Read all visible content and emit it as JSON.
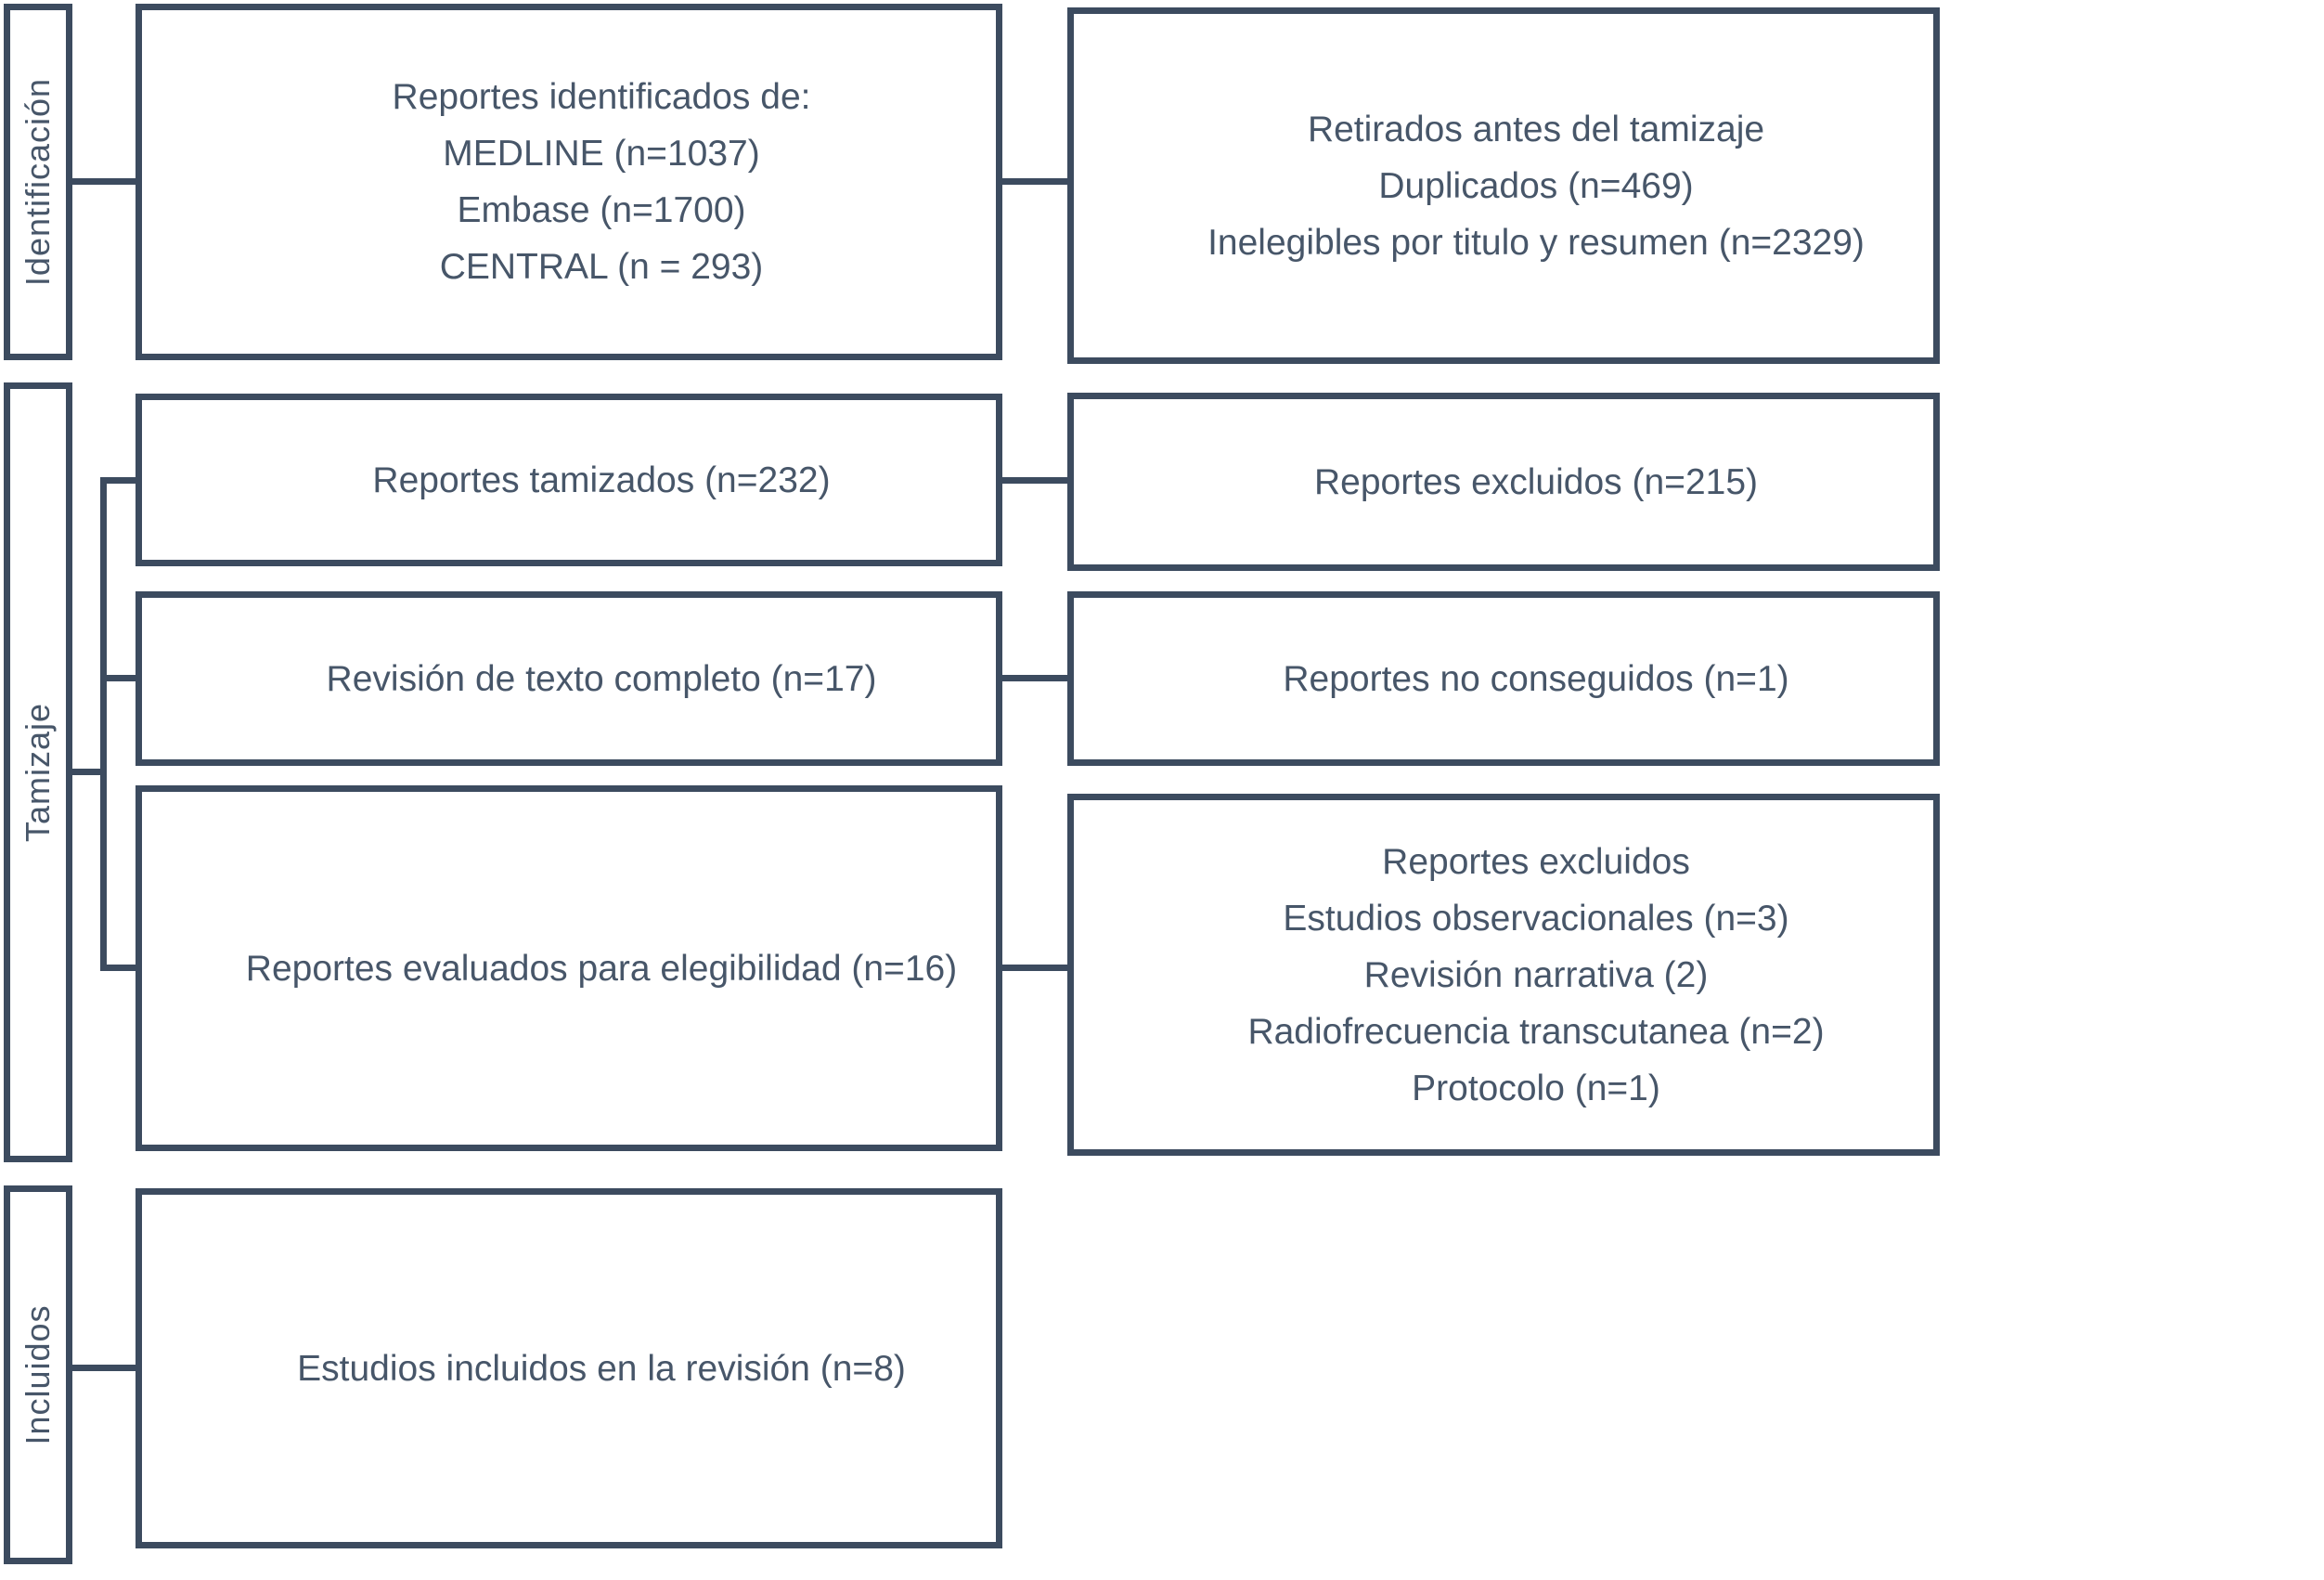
{
  "title": "PRISMA flow diagram (Spanish)",
  "colors": {
    "border": "#3c4b5f",
    "text": "#475669",
    "background": "#ffffff"
  },
  "stages": [
    {
      "label": "Identificación"
    },
    {
      "label": "Tamizaje"
    },
    {
      "label": "Incluidos"
    }
  ],
  "boxes": {
    "identified": {
      "lines": [
        "Reportes identificados de:",
        "MEDLINE (n=1037)",
        "Embase (n=1700)",
        "CENTRAL (n = 293)"
      ]
    },
    "removed_before_screening": {
      "lines": [
        "Retirados antes del tamizaje",
        "Duplicados (n=469)",
        "Inelegibles por titulo y resumen (n=2329)"
      ]
    },
    "screened": {
      "lines": [
        "Reportes tamizados (n=232)"
      ]
    },
    "excluded_screening": {
      "lines": [
        "Reportes excluidos (n=215)"
      ]
    },
    "fulltext_review": {
      "lines": [
        "Revisión de texto completo (n=17)"
      ]
    },
    "not_retrieved": {
      "lines": [
        "Reportes no conseguidos (n=1)"
      ]
    },
    "assessed_eligibility": {
      "lines": [
        "Reportes evaluados para elegibilidad (n=16)"
      ]
    },
    "excluded_eligibility": {
      "lines": [
        "Reportes excluidos",
        "Estudios observacionales (n=3)",
        "Revisión narrativa (2)",
        "Radiofrecuencia transcutanea (n=2)",
        "Protocolo (n=1)"
      ]
    },
    "included_studies": {
      "lines": [
        "Estudios incluidos en la revisión (n=8)"
      ]
    }
  }
}
